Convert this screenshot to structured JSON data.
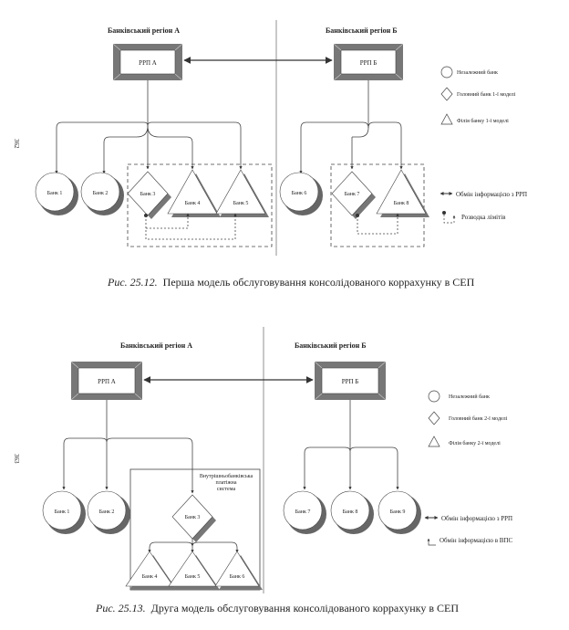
{
  "page_numbers": {
    "top": "362",
    "bottom": "363"
  },
  "figure1": {
    "region_a": "Банківський регіон  А",
    "region_b": "Банківський регіон  Б",
    "rrp_a": "РРП  А",
    "rrp_b": "РРП  Б",
    "banks": [
      "Банк 1",
      "Банк 2",
      "Банк 3",
      "Банк 4",
      "Банк 5",
      "Банк 6",
      "Банк 7",
      "Банк 8"
    ],
    "legend": [
      "Незалежний банк",
      "Головний банк 1-ї моделі",
      "Філія банку 1-ї моделі",
      "Обмін інформацією з РРП",
      "Розводка лімітів"
    ],
    "caption_prefix": "Рис. 25.12.",
    "caption_text": "Перша модель обслуговування консолідованого корраxунку в СЕП"
  },
  "figure2": {
    "region_a": "Банківський регіон  А",
    "region_b": "Банківський регіон  Б",
    "rrp_a": "РРП  А",
    "rrp_b": "РРП  Б",
    "internal_system": [
      "Внутрішньобанківська",
      "платіжна",
      "система"
    ],
    "banks": [
      "Банк 1",
      "Банк 2",
      "Банк 3",
      "Банк 4",
      "Банк 5",
      "Банк 6",
      "Банк 7",
      "Банк 8",
      "Банк 9"
    ],
    "legend": [
      "Незалежний банк",
      "Головний банк 2-ї моделі",
      "Філія банку 2-ї моделі",
      "Обмін інформацією з РРП",
      "Обмін інформацією в ВПС"
    ],
    "caption_prefix": "Рис. 25.13.",
    "caption_text": "Друга модель обслуговування консолідованого корраxунку в СЕП"
  }
}
